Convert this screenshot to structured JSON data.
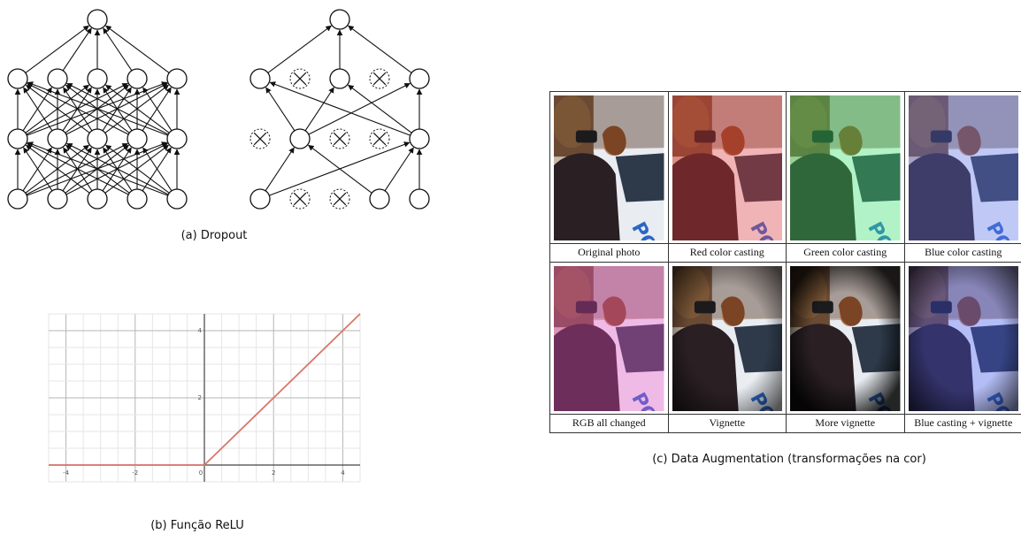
{
  "dropout": {
    "caption": "(a) Dropout"
  },
  "relu": {
    "caption": "(b) Função ReLU",
    "chart_data": {
      "type": "line",
      "series": [
        {
          "x": [
            -4.5,
            0,
            4.5
          ],
          "values": [
            0,
            0,
            4.5
          ]
        }
      ],
      "xlim": [
        -4.5,
        4.5
      ],
      "ylim": [
        -0.5,
        4.5
      ],
      "xticks": [
        "-4",
        "-2",
        "0",
        "2",
        "4"
      ],
      "yticks": [
        "2",
        "4"
      ],
      "grid": true,
      "line_color": "#d9766b"
    }
  },
  "augmentation": {
    "caption": "(c) Data Augmentation (transformações na cor)",
    "photo_text": "POL",
    "cells": [
      {
        "label": "Original photo",
        "tint": "none"
      },
      {
        "label": "Red color casting",
        "tint": "#ff3a3a"
      },
      {
        "label": "Green color casting",
        "tint": "#3aff6a"
      },
      {
        "label": "Blue color casting",
        "tint": "#6a7bff"
      },
      {
        "label": "RGB all changed",
        "tint": "#ff4fd0"
      },
      {
        "label": "Vignette",
        "tint": "vignette"
      },
      {
        "label": "More vignette",
        "tint": "vignette-strong"
      },
      {
        "label": "Blue casting + vignette",
        "tint": "blue-vignette"
      }
    ]
  }
}
